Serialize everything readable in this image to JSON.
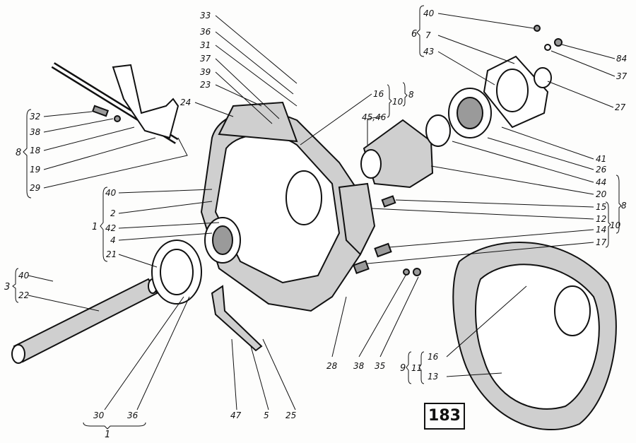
{
  "page_number": "183",
  "top_labels": [
    "33",
    "36",
    "31",
    "37",
    "39",
    "23",
    "24"
  ],
  "group_8_left": {
    "group": "8",
    "items": [
      "32",
      "38",
      "18",
      "19",
      "29"
    ]
  },
  "group_1": {
    "group": "1",
    "items": [
      "40",
      "2",
      "42",
      "4",
      "21"
    ]
  },
  "group_3": {
    "group": "3",
    "items": [
      "40",
      "22"
    ]
  },
  "bottom_left": {
    "group": "1",
    "items": [
      "30",
      "36"
    ]
  },
  "bottom_labels": [
    "47",
    "5",
    "25",
    "28",
    "38",
    "35"
  ],
  "group_9": {
    "group": "9",
    "sub": "11",
    "items": [
      "16",
      "13"
    ]
  },
  "middle": {
    "item": "16",
    "sub": "10",
    "group": "8",
    "pin": "45,46"
  },
  "group_6": {
    "group": "6",
    "items": [
      "40",
      "7",
      "43"
    ]
  },
  "right_labels": [
    "84",
    "37",
    "27",
    "41",
    "26",
    "44",
    "20"
  ],
  "right_group_8": {
    "group": "8",
    "sub": "10",
    "items": [
      "15",
      "12",
      "14",
      "17"
    ]
  }
}
